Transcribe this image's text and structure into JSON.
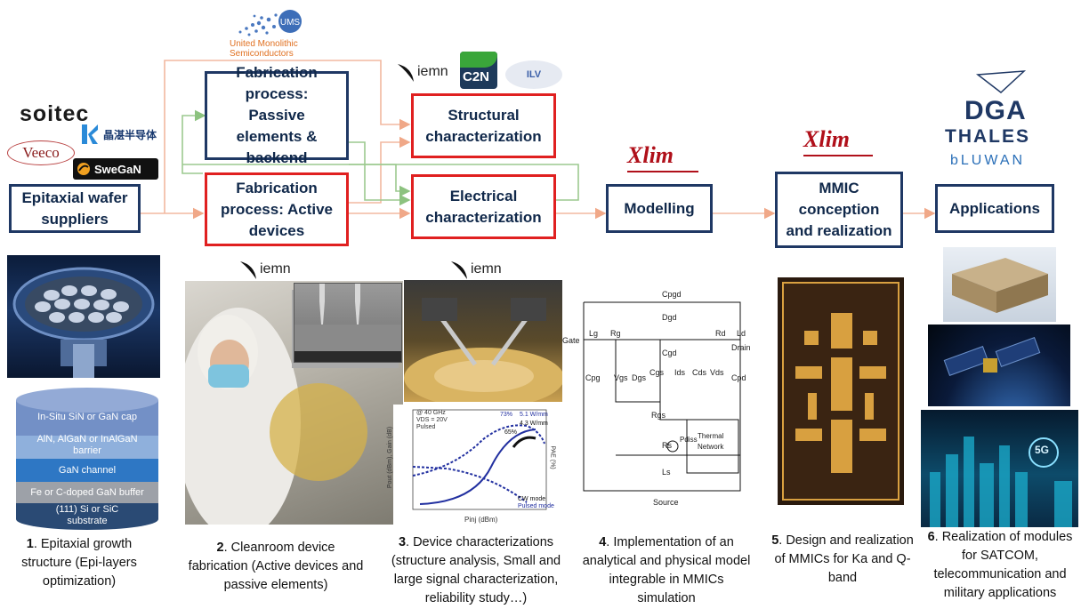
{
  "logos": {
    "ums_name": "United Monolithic",
    "ums_name2": "Semiconductors",
    "ums_badge": "UMS",
    "soitec": "soitec",
    "enkris": "晶湛半导体",
    "veeco": "Veeco",
    "swegan": "SweGaN",
    "iemn": "iemn",
    "c2n": "C2N",
    "ilv": "ILV",
    "xlim": "Xlim",
    "dga": "DGA",
    "thales": "THALES",
    "bluwan": "bLUWAN"
  },
  "boxes": {
    "epi": "Epitaxial wafer suppliers",
    "passive": "Fabrication process: Passive elements & backend",
    "active": "Fabrication process: Active devices",
    "structural": "Structural characterization",
    "electrical": "Electrical characterization",
    "modelling": "Modelling",
    "mmic": "MMIC conception and realization",
    "applications": "Applications"
  },
  "layers": [
    "In-Situ SiN or GaN cap",
    "AlN, AlGaN or InAlGaN barrier",
    "GaN channel",
    "Fe or C-doped GaN buffer",
    "(111) Si or SiC substrate"
  ],
  "circuit": {
    "labels": [
      "Cpgd",
      "Dgd",
      "Lg",
      "Rg",
      "Rd",
      "Ld",
      "Gate",
      "Drain",
      "Cgd",
      "Cpg",
      "Vgs",
      "Dgs",
      "Cgs",
      "Ids",
      "Cds",
      "Vds",
      "Cpd",
      "Rgs",
      "Rs",
      "Pdiss",
      "Thermal",
      "Network",
      "Ls",
      "Source"
    ]
  },
  "plot": {
    "xlabel": "Pinj (dBm)",
    "ylabel": "Pout (dBm), Gain (dB)",
    "y2label": "PAE (%)",
    "legend": [
      "CW mode",
      "Pulsed mode"
    ],
    "notes": [
      "@ 40 GHz",
      "VDS = 20V",
      "Pulsed",
      "73%",
      "5.1 W/mm",
      "4.3 W/mm",
      "65%"
    ]
  },
  "captions": [
    {
      "num": "1",
      "text": ". Epitaxial growth structure (Epi-layers optimization)"
    },
    {
      "num": "2",
      "text": ". Cleanroom device fabrication (Active devices and passive elements)"
    },
    {
      "num": "3",
      "text": ". Device characterizations (structure analysis, Small and large signal characterization, reliability study…)"
    },
    {
      "num": "4",
      "text": ". Implementation of an analytical and physical model integrable in MMICs simulation"
    },
    {
      "num": "5",
      "text": ". Design and realization of MMICs for Ka and Q-band"
    },
    {
      "num": "6",
      "text": ". Realization of modules for SATCOM, telecommunication and military applications"
    }
  ],
  "colors": {
    "box_blue": "#1f3864",
    "box_red": "#e02020",
    "arrow_orange": "#f2b8a0",
    "arrow_green": "#9cc98f"
  }
}
